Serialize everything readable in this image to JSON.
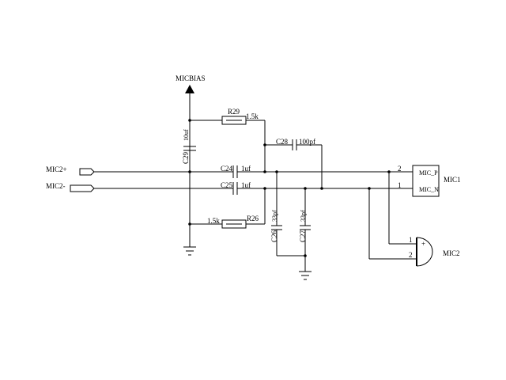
{
  "nets": {
    "micbias": "MICBIAS",
    "mic2_pos": "MIC2+",
    "mic2_neg": "MIC2-"
  },
  "components": {
    "r29": {
      "ref": "R29",
      "value": "1.5k"
    },
    "r26": {
      "ref": "R26",
      "value": "1.5k"
    },
    "c29": {
      "ref": "C29",
      "value": "10uf"
    },
    "c28": {
      "ref": "C28",
      "value": "100pf"
    },
    "c24": {
      "ref": "C24",
      "value": "1uf"
    },
    "c25": {
      "ref": "C25",
      "value": "1uf"
    },
    "c26": {
      "ref": "C26",
      "value": "33pf"
    },
    "c27": {
      "ref": "C27",
      "value": "33pf"
    }
  },
  "connectors": {
    "mic1": {
      "ref": "MIC1",
      "pin_p": "MIC_P",
      "pin_n": "MIC_N",
      "pin2": "2",
      "pin1": "1"
    },
    "mic2": {
      "ref": "MIC2",
      "pin1": "1",
      "pin2": "2",
      "plus": "+"
    }
  }
}
